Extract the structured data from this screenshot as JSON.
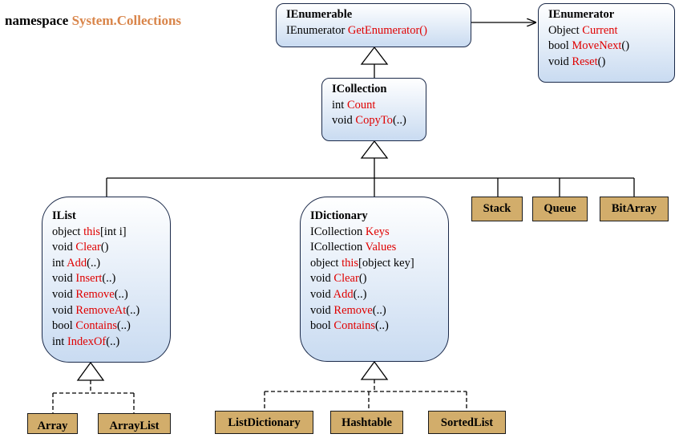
{
  "namespace": {
    "keyword": "namespace",
    "name": "System.Collections"
  },
  "interfaces": {
    "ienumerable": {
      "title": "IEnumerable",
      "members": [
        {
          "type": "IEnumerator",
          "name": "GetEnumerator()",
          "suffix": ""
        }
      ]
    },
    "ienumerator": {
      "title": "IEnumerator",
      "members": [
        {
          "type": "Object",
          "name": "Current",
          "suffix": ""
        },
        {
          "type": "bool",
          "name": "MoveNext",
          "suffix": "()"
        },
        {
          "type": "void",
          "name": "Reset",
          "suffix": "()"
        }
      ]
    },
    "icollection": {
      "title": "ICollection",
      "members": [
        {
          "type": "int",
          "name": "Count",
          "suffix": ""
        },
        {
          "type": "void",
          "name": "CopyTo",
          "suffix": "(..)"
        }
      ]
    },
    "ilist": {
      "title": "IList",
      "members": [
        {
          "type": "object",
          "name": "this",
          "suffix": "[int i]"
        },
        {
          "type": "void",
          "name": "Clear",
          "suffix": "()"
        },
        {
          "type": "int",
          "name": "Add",
          "suffix": "(..)"
        },
        {
          "type": "void",
          "name": "Insert",
          "suffix": "(..)"
        },
        {
          "type": "void",
          "name": "Remove",
          "suffix": "(..)"
        },
        {
          "type": "void",
          "name": "RemoveAt",
          "suffix": "(..)"
        },
        {
          "type": "bool",
          "name": "Contains",
          "suffix": "(..)"
        },
        {
          "type": "int",
          "name": "IndexOf",
          "suffix": "(..)"
        }
      ]
    },
    "idictionary": {
      "title": "IDictionary",
      "members": [
        {
          "type": "ICollection",
          "name": "Keys",
          "suffix": ""
        },
        {
          "type": "ICollection",
          "name": "Values",
          "suffix": ""
        },
        {
          "type": "object",
          "name": "this",
          "suffix": "[object key]"
        },
        {
          "type": "void",
          "name": "Clear",
          "suffix": "()"
        },
        {
          "type": "void",
          "name": "Add",
          "suffix": "(..)"
        },
        {
          "type": "void",
          "name": "Remove",
          "suffix": "(..)"
        },
        {
          "type": "bool",
          "name": "Contains",
          "suffix": "(..)"
        }
      ]
    }
  },
  "classes": {
    "stack": "Stack",
    "queue": "Queue",
    "bitarray": "BitArray",
    "array": "Array",
    "arraylist": "ArrayList",
    "listdictionary": "ListDictionary",
    "hashtable": "Hashtable",
    "sortedlist": "SortedList"
  },
  "colors": {
    "member_name": "#e00000",
    "namespace_name": "#d9854a",
    "class_fill": "#d2ad6b",
    "interface_gradient_bottom": "#c9dbf1"
  }
}
